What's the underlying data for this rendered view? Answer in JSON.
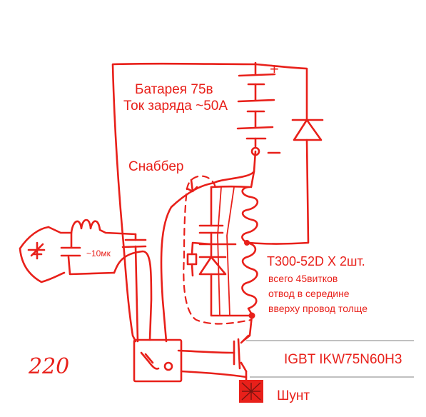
{
  "labels": {
    "battery": "Батарея 75в",
    "charge_current": "Ток заряда ~50А",
    "snubber": "Снаббер",
    "capacitor": "~10мк",
    "transformer": "Т300-52D X 2шт.",
    "turns": "всего 45витков",
    "tap": "отвод в середине",
    "thick_wire": "вверху провод толще",
    "igbt": "IGBT IKW75N60H3",
    "shunt": "Шунт",
    "mains": "220",
    "plus": "+",
    "minus": "-"
  },
  "colors": {
    "ink": "#e8201a",
    "rule": "#9a9a9a",
    "background": "#ffffff"
  }
}
